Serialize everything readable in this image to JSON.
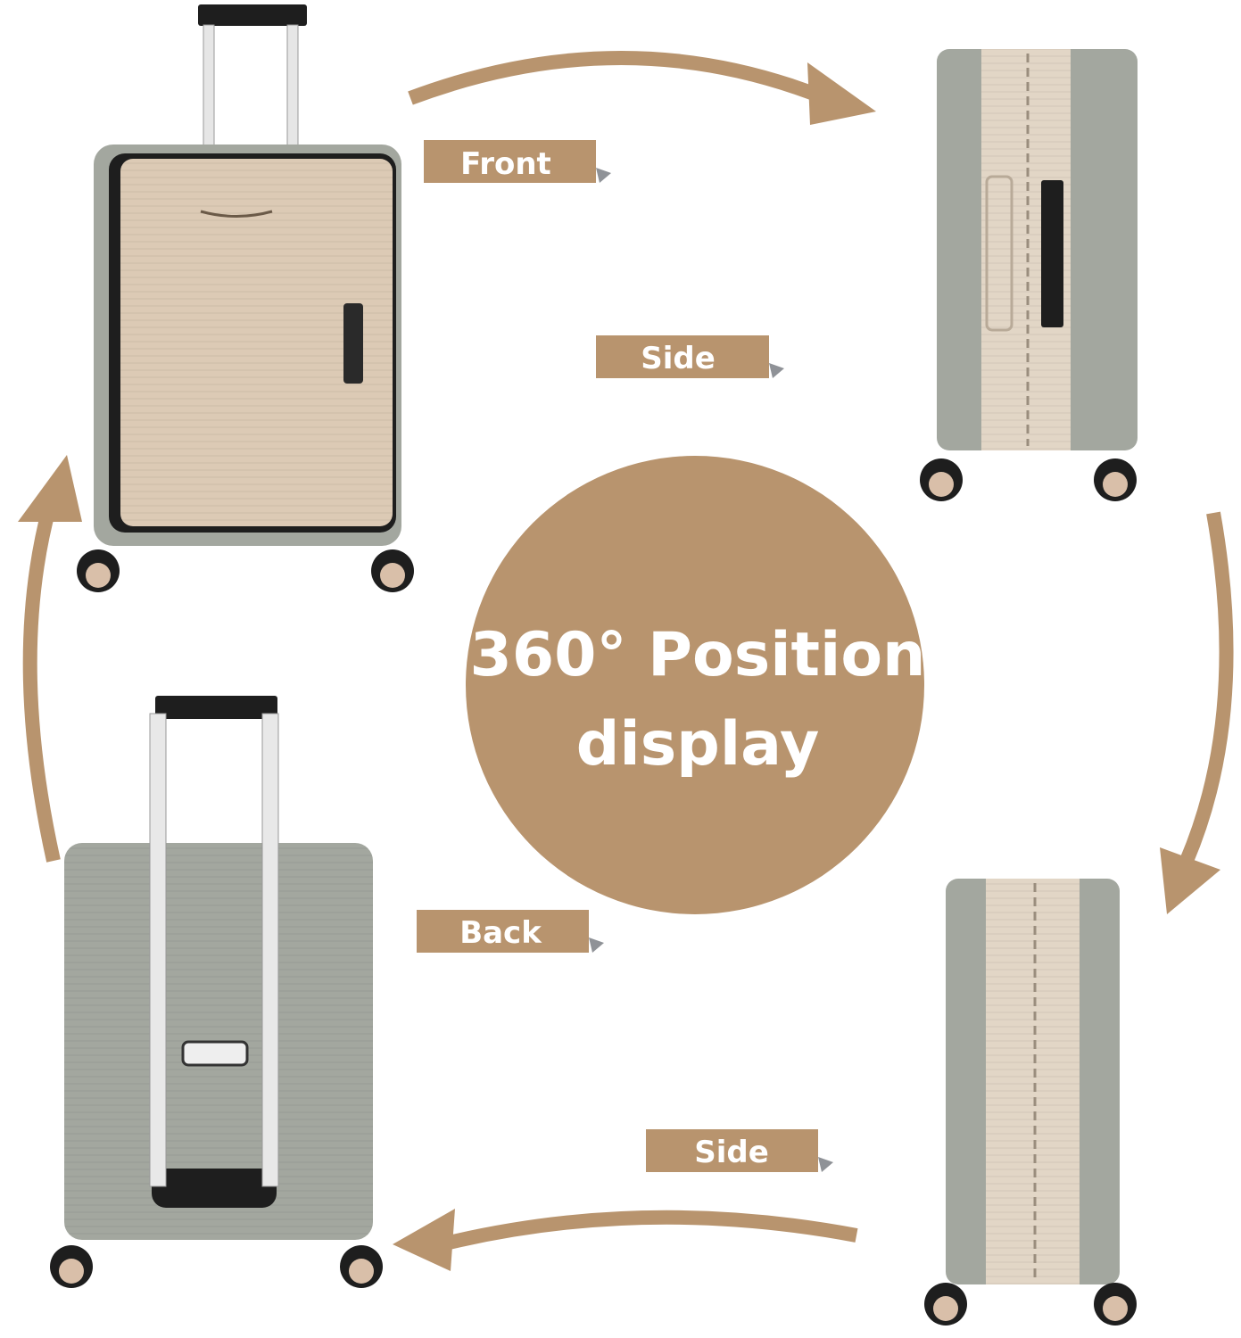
{
  "center": {
    "line1": "360° Position",
    "line2": "display"
  },
  "labels": {
    "front": "Front",
    "side_top": "Side",
    "back": "Back",
    "side_bottom": "Side"
  },
  "colors": {
    "accent": "#b8946e",
    "shadow": "#8f9297",
    "shell_gray": "#a3a79f",
    "shell_beige": "#dccab5",
    "dark": "#1e1e1e"
  }
}
